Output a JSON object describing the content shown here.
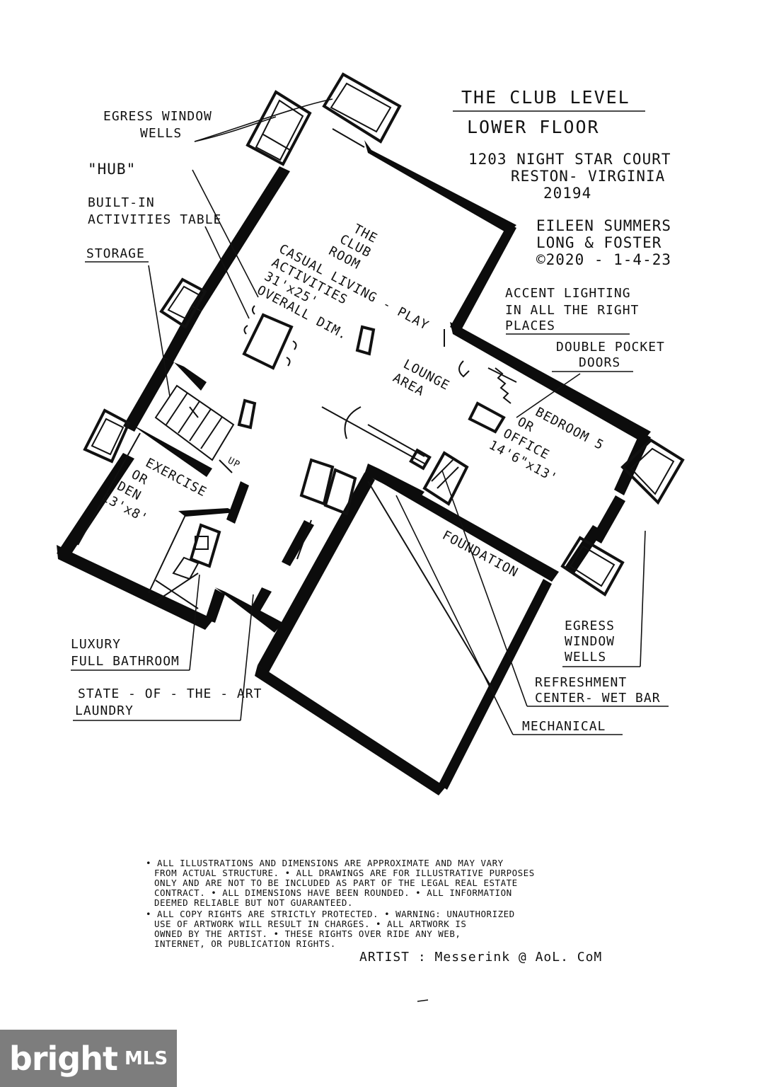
{
  "title_block": {
    "title": "THE CLUB LEVEL",
    "subtitle": "LOWER FLOOR",
    "address_line1": "1203 NIGHT STAR COURT",
    "address_line2": "RESTON- VIRGINIA",
    "address_line3": "20194",
    "agent_line1": "EILEEN SUMMERS",
    "agent_line2": "LONG & FOSTER",
    "agent_line3": "©2020 - 1-4-23"
  },
  "labels": {
    "egress_top_1": "EGRESS WINDOW",
    "egress_top_2": "WELLS",
    "hub": "\"HUB\"",
    "built_in_1": "BUILT-IN",
    "built_in_2": "ACTIVITIES TABLE",
    "storage": "STORAGE",
    "accent_1": "ACCENT LIGHTING",
    "accent_2": "IN ALL THE RIGHT",
    "accent_3": "PLACES",
    "pocket_1": "DOUBLE POCKET",
    "pocket_2": "DOORS",
    "egress_right_1": "EGRESS",
    "egress_right_2": "WINDOW",
    "egress_right_3": "WELLS",
    "luxury_1": "LUXURY",
    "luxury_2": "FULL BATHROOM",
    "laundry_1": "STATE - OF - THE - ART",
    "laundry_2": "LAUNDRY",
    "refresh_1": "REFRESHMENT",
    "refresh_2": "CENTER- WET BAR",
    "mechanical": "MECHANICAL"
  },
  "rooms": {
    "club_1": "THE",
    "club_2": "CLUB",
    "club_3": "ROOM",
    "club_4": "CASUAL LIVING - PLAY",
    "club_5": "ACTIVITIES",
    "club_6": "31'x25'",
    "club_7": "OVERALL DIM.",
    "lounge_1": "LOUNGE",
    "lounge_2": "AREA",
    "bed_1": "BEDROOM 5",
    "bed_2": "OR",
    "bed_3": "OFFICE",
    "bed_4": "14'6\"x13'",
    "ex_1": "EXERCISE",
    "ex_2": "OR",
    "ex_3": "DEN",
    "ex_4": "13'x8'",
    "foundation": "FOUNDATION",
    "up": "UP"
  },
  "disclaimer": {
    "l1": "• ALL ILLUSTRATIONS AND DIMENSIONS ARE APPROXIMATE AND MAY VARY",
    "l2": "FROM ACTUAL STRUCTURE. • ALL DRAWINGS ARE FOR ILLUSTRATIVE PURPOSES",
    "l3": "ONLY AND ARE NOT TO BE INCLUDED AS PART OF THE LEGAL REAL ESTATE",
    "l4": "CONTRACT. • ALL DIMENSIONS HAVE BEEN ROUNDED. • ALL INFORMATION",
    "l5": "DEEMED RELIABLE BUT NOT GUARANTEED.",
    "l6": "• ALL COPY RIGHTS ARE STRICTLY PROTECTED. • WARNING: UNAUTHORIZED",
    "l7": "USE OF ARTWORK WILL RESULT IN CHARGES. • ALL ARTWORK IS",
    "l8": "OWNED BY THE ARTIST. • THESE RIGHTS OVER RIDE ANY WEB,",
    "l9": "INTERNET, OR PUBLICATION RIGHTS."
  },
  "artist": "ARTIST : Messerink @ AoL. CoM",
  "watermark": {
    "brand": "bright",
    "suffix": "MLS"
  }
}
